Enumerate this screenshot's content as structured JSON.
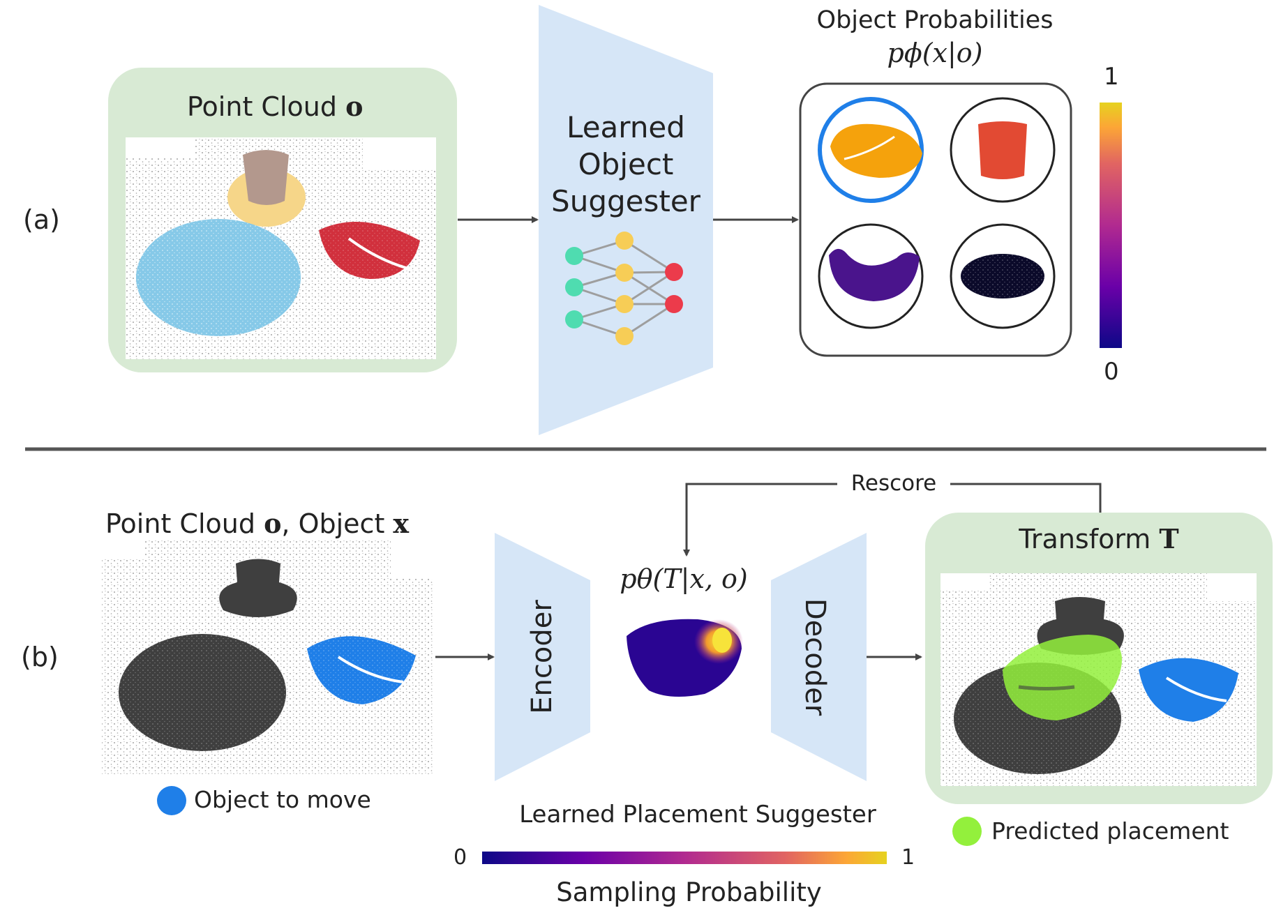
{
  "panel_a": {
    "label": "(a)",
    "point_cloud_title_prefix": "Point Cloud ",
    "point_cloud_symbol": "o",
    "suggester_lines": [
      "Learned",
      "Object",
      "Suggester"
    ],
    "probabilities_title": "Object Probabilities",
    "probabilities_formula": "pϕ(x|o)",
    "colorbar_max": "1",
    "colorbar_min": "0"
  },
  "panel_b": {
    "label": "(b)",
    "point_cloud_title_prefix": "Point Cloud ",
    "point_cloud_symbol_o": "o",
    "point_cloud_title_mid": ", Object ",
    "point_cloud_symbol_x": "x",
    "object_to_move_label": "Object to move",
    "encoder_label": "Encoder",
    "decoder_label": "Decoder",
    "placement_formula": "pθ(T|x, o)",
    "rescore_label": "Rescore",
    "transform_title_prefix": "Transform ",
    "transform_symbol": "T",
    "learned_placement_label": "Learned Placement Suggester",
    "colorbar_min": "0",
    "colorbar_max": "1",
    "sampling_label": "Sampling Probability",
    "predicted_placement_label": "Predicted placement"
  },
  "colors": {
    "green_box": "#d8ead4",
    "blue_trapezoid": "#d6e6f7",
    "object_blue": "#1f7fe8",
    "placement_green": "#93f03c",
    "dark_object": "#3f3f3f",
    "selection_ring": "#1f7fe8"
  },
  "icons": [
    "neural-network-icon",
    "point-cloud-scene",
    "colorbar-plasma"
  ]
}
